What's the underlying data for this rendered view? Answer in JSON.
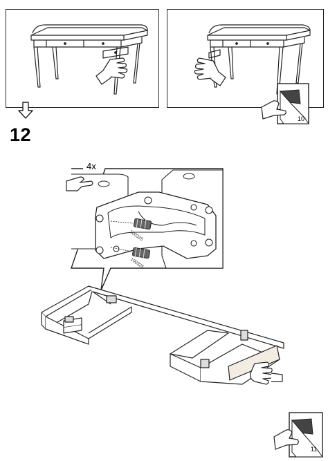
{
  "step": {
    "number": "12"
  },
  "detail": {
    "quantity": "4x",
    "part_code_1": "100325",
    "part_code_2": "100325"
  },
  "page_refs": {
    "top": "10",
    "bottom": "11"
  }
}
